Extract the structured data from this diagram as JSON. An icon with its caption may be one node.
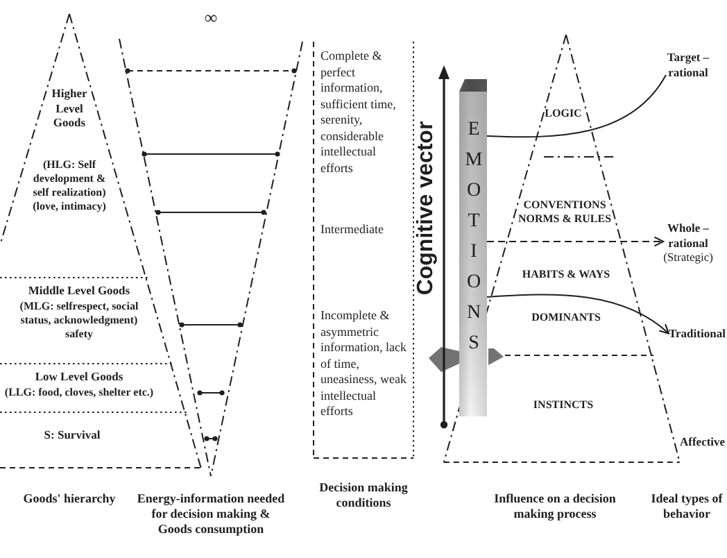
{
  "diagram": {
    "nodes": [
      {
        "text": [
          "Complete & perfect information, sufficient time, serenity, considerable intellectual efforts",
          "Intermediate",
          "Incomplete & asymmetric information, lack of time, uneasiness, weak intellectual efforts"
        ]
      },
      {
        "text": [
          "EMOTIONS"
        ]
      },
      {
        "text": [
          "Target – rational"
        ]
      },
      {
        "text": [
          "Whole – rational",
          "(Strategic)"
        ]
      },
      {
        "text": [
          "Traditional"
        ]
      }
    ],
    "edges": [
      {
        "from": 1,
        "to": 2,
        "arrow": "none"
      },
      {
        "from": 1,
        "to": 3,
        "arrow": "to",
        "style": "dashed"
      },
      {
        "from": 1,
        "to": 4,
        "arrow": "to"
      }
    ],
    "labels": [
      "∞",
      "Higher Level Goods",
      "(HLG: Self development & self realization) (love, intimacy)",
      "Middle Level Goods",
      "(MLG: selfrespect, social status, acknowledgment) safety",
      "Low Level Goods",
      "(LLG: food, cloves, shelter etc.)",
      "S: Survival",
      "Cognitive vector",
      "LOGIC",
      "CONVENTIONS NORMS & RULES",
      "HABITS & WAYS",
      "DOMINANTS",
      "INSTINCTS",
      "Affective",
      "Goods' hierarchy",
      "Energy-information needed for decision making & Goods consumption",
      "Decision making conditions",
      "Influence on a decision making process",
      "Ideal types of behavior"
    ]
  }
}
